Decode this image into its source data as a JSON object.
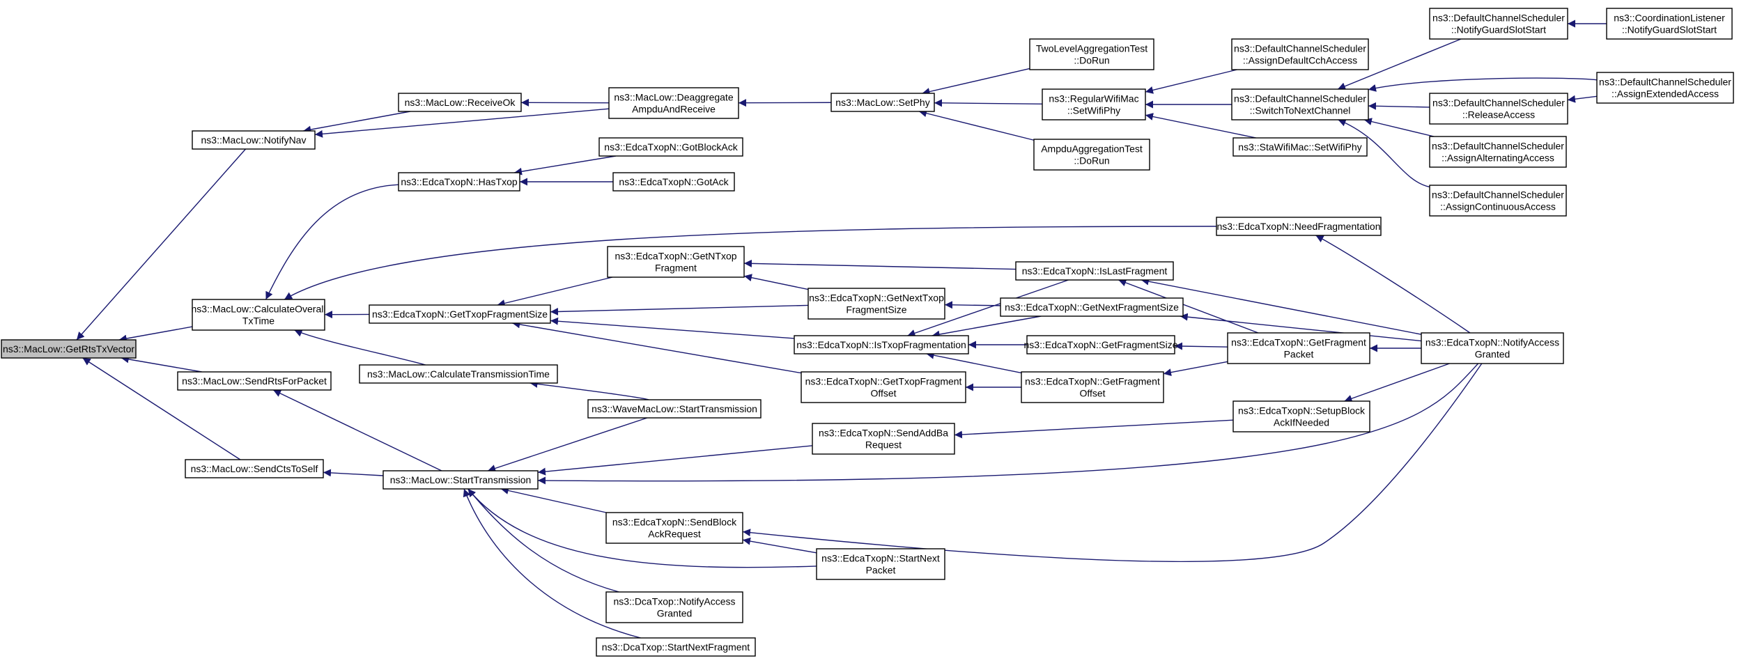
{
  "colors": {
    "edge": "#191970",
    "root_fill": "#bfbfbf",
    "node_fill": "#ffffff",
    "node_border": "#000000"
  },
  "nodes": [
    {
      "id": "root",
      "lines": [
        "ns3::MacLow::GetRtsTxVector"
      ]
    },
    {
      "id": "notifynav",
      "lines": [
        "ns3::MacLow::NotifyNav"
      ]
    },
    {
      "id": "calcoverall",
      "lines": [
        "ns3::MacLow::CalculateOverall",
        "TxTime"
      ]
    },
    {
      "id": "sendrts",
      "lines": [
        "ns3::MacLow::SendRtsForPacket"
      ]
    },
    {
      "id": "sendcts",
      "lines": [
        "ns3::MacLow::SendCtsToSelf"
      ]
    },
    {
      "id": "receiveok",
      "lines": [
        "ns3::MacLow::ReceiveOk"
      ]
    },
    {
      "id": "deaggregate",
      "lines": [
        "ns3::MacLow::Deaggregate",
        "AmpduAndReceive"
      ]
    },
    {
      "id": "setphy",
      "lines": [
        "ns3::MacLow::SetPhy"
      ]
    },
    {
      "id": "twolevel",
      "lines": [
        "TwoLevelAggregationTest",
        "::DoRun"
      ]
    },
    {
      "id": "regularwifimac",
      "lines": [
        "ns3::RegularWifiMac",
        "::SetWifiPhy"
      ]
    },
    {
      "id": "ampduagg",
      "lines": [
        "AmpduAggregationTest",
        "::DoRun"
      ]
    },
    {
      "id": "assigndefault",
      "lines": [
        "ns3::DefaultChannelScheduler",
        "::AssignDefaultCchAccess"
      ]
    },
    {
      "id": "switchtonext",
      "lines": [
        "ns3::DefaultChannelScheduler",
        "::SwitchToNextChannel"
      ]
    },
    {
      "id": "stawifimac",
      "lines": [
        "ns3::StaWifiMac::SetWifiPhy"
      ]
    },
    {
      "id": "notifyguard",
      "lines": [
        "ns3::DefaultChannelScheduler",
        "::NotifyGuardSlotStart"
      ]
    },
    {
      "id": "coordlistener",
      "lines": [
        "ns3::CoordinationListener",
        "::NotifyGuardSlotStart"
      ]
    },
    {
      "id": "assignextended",
      "lines": [
        "ns3::DefaultChannelScheduler",
        "::AssignExtendedAccess"
      ]
    },
    {
      "id": "releaseaccess",
      "lines": [
        "ns3::DefaultChannelScheduler",
        "::ReleaseAccess"
      ]
    },
    {
      "id": "assignalternating",
      "lines": [
        "ns3::DefaultChannelScheduler",
        "::AssignAlternatingAccess"
      ]
    },
    {
      "id": "assigncontinuous",
      "lines": [
        "ns3::DefaultChannelScheduler",
        "::AssignContinuousAccess"
      ]
    },
    {
      "id": "hastxop",
      "lines": [
        "ns3::EdcaTxopN::HasTxop"
      ]
    },
    {
      "id": "gotblockack",
      "lines": [
        "ns3::EdcaTxopN::GotBlockAck"
      ]
    },
    {
      "id": "gotack",
      "lines": [
        "ns3::EdcaTxopN::GotAck"
      ]
    },
    {
      "id": "needfrag",
      "lines": [
        "ns3::EdcaTxopN::NeedFragmentation"
      ]
    },
    {
      "id": "gettxopfragsize",
      "lines": [
        "ns3::EdcaTxopN::GetTxopFragmentSize"
      ]
    },
    {
      "id": "getntxopfrag",
      "lines": [
        "ns3::EdcaTxopN::GetNTxop",
        "Fragment"
      ]
    },
    {
      "id": "islastfrag",
      "lines": [
        "ns3::EdcaTxopN::IsLastFragment"
      ]
    },
    {
      "id": "getnexttxopfragsize",
      "lines": [
        "ns3::EdcaTxopN::GetNextTxop",
        "FragmentSize"
      ]
    },
    {
      "id": "getnextfragsize",
      "lines": [
        "ns3::EdcaTxopN::GetNextFragmentSize"
      ]
    },
    {
      "id": "istxopfrag",
      "lines": [
        "ns3::EdcaTxopN::IsTxopFragmentation"
      ]
    },
    {
      "id": "getfragsize",
      "lines": [
        "ns3::EdcaTxopN::GetFragmentSize"
      ]
    },
    {
      "id": "getfragpacket",
      "lines": [
        "ns3::EdcaTxopN::GetFragment",
        "Packet"
      ]
    },
    {
      "id": "notifyaccessgranted",
      "lines": [
        "ns3::EdcaTxopN::NotifyAccess",
        "Granted"
      ]
    },
    {
      "id": "gettxopfragoffset",
      "lines": [
        "ns3::EdcaTxopN::GetTxopFragment",
        "Offset"
      ]
    },
    {
      "id": "getfragoffset",
      "lines": [
        "ns3::EdcaTxopN::GetFragment",
        "Offset"
      ]
    },
    {
      "id": "calctxtime",
      "lines": [
        "ns3::MacLow::CalculateTransmissionTime"
      ]
    },
    {
      "id": "wavestart",
      "lines": [
        "ns3::WaveMacLow::StartTransmission"
      ]
    },
    {
      "id": "sendaddba",
      "lines": [
        "ns3::EdcaTxopN::SendAddBa",
        "Request"
      ]
    },
    {
      "id": "setupblockack",
      "lines": [
        "ns3::EdcaTxopN::SetupBlock",
        "AckIfNeeded"
      ]
    },
    {
      "id": "starttx",
      "lines": [
        "ns3::MacLow::StartTransmission"
      ]
    },
    {
      "id": "sendblockackreq",
      "lines": [
        "ns3::EdcaTxopN::SendBlock",
        "AckRequest"
      ]
    },
    {
      "id": "startnextpacket",
      "lines": [
        "ns3::EdcaTxopN::StartNext",
        "Packet"
      ]
    },
    {
      "id": "dcanotify",
      "lines": [
        "ns3::DcaTxop::NotifyAccess",
        "Granted"
      ]
    },
    {
      "id": "dcastartnext",
      "lines": [
        "ns3::DcaTxop::StartNextFragment"
      ]
    }
  ],
  "edges": [
    [
      "notifynav",
      "root"
    ],
    [
      "calcoverall",
      "root"
    ],
    [
      "sendrts",
      "root"
    ],
    [
      "sendcts",
      "root"
    ],
    [
      "receiveok",
      "notifynav"
    ],
    [
      "deaggregate",
      "notifynav"
    ],
    [
      "deaggregate",
      "receiveok"
    ],
    [
      "setphy",
      "deaggregate"
    ],
    [
      "twolevel",
      "setphy"
    ],
    [
      "regularwifimac",
      "setphy"
    ],
    [
      "ampduagg",
      "setphy"
    ],
    [
      "assigndefault",
      "regularwifimac"
    ],
    [
      "switchtonext",
      "regularwifimac"
    ],
    [
      "stawifimac",
      "regularwifimac"
    ],
    [
      "notifyguard",
      "switchtonext"
    ],
    [
      "assignextended",
      "switchtonext"
    ],
    [
      "releaseaccess",
      "switchtonext"
    ],
    [
      "assignalternating",
      "switchtonext"
    ],
    [
      "assigncontinuous",
      "switchtonext"
    ],
    [
      "coordlistener",
      "notifyguard"
    ],
    [
      "assignextended",
      "releaseaccess"
    ],
    [
      "hastxop",
      "calcoverall"
    ],
    [
      "needfrag",
      "calcoverall"
    ],
    [
      "gettxopfragsize",
      "calcoverall"
    ],
    [
      "gotblockack",
      "hastxop"
    ],
    [
      "gotack",
      "hastxop"
    ],
    [
      "notifyaccessgranted",
      "needfrag"
    ],
    [
      "getntxopfrag",
      "gettxopfragsize"
    ],
    [
      "getnexttxopfragsize",
      "gettxopfragsize"
    ],
    [
      "istxopfrag",
      "gettxopfragsize"
    ],
    [
      "gettxopfragoffset",
      "gettxopfragsize"
    ],
    [
      "islastfrag",
      "getntxopfrag"
    ],
    [
      "getnexttxopfragsize",
      "getntxopfrag"
    ],
    [
      "getnextfragsize",
      "getnexttxopfragsize"
    ],
    [
      "islastfrag",
      "istxopfrag"
    ],
    [
      "getnextfragsize",
      "istxopfrag"
    ],
    [
      "getfragsize",
      "istxopfrag"
    ],
    [
      "getfragoffset",
      "istxopfrag"
    ],
    [
      "getfragoffset",
      "gettxopfragoffset"
    ],
    [
      "notifyaccessgranted",
      "islastfrag"
    ],
    [
      "getfragpacket",
      "islastfrag"
    ],
    [
      "notifyaccessgranted",
      "getnextfragsize"
    ],
    [
      "getfragpacket",
      "getfragsize"
    ],
    [
      "getfragpacket",
      "getfragoffset"
    ],
    [
      "notifyaccessgranted",
      "getfragpacket"
    ],
    [
      "calctxtime",
      "calcoverall"
    ],
    [
      "starttx",
      "sendrts"
    ],
    [
      "starttx",
      "sendcts"
    ],
    [
      "wavestart",
      "calctxtime"
    ],
    [
      "wavestart",
      "starttx"
    ],
    [
      "sendaddba",
      "starttx"
    ],
    [
      "notifyaccessgranted",
      "starttx"
    ],
    [
      "sendblockackreq",
      "starttx"
    ],
    [
      "startnextpacket",
      "starttx"
    ],
    [
      "dcanotify",
      "starttx"
    ],
    [
      "dcastartnext",
      "starttx"
    ],
    [
      "setupblockack",
      "sendaddba"
    ],
    [
      "notifyaccessgranted",
      "setupblockack"
    ],
    [
      "notifyaccessgranted",
      "sendblockackreq"
    ],
    [
      "startnextpacket",
      "sendblockackreq"
    ]
  ]
}
